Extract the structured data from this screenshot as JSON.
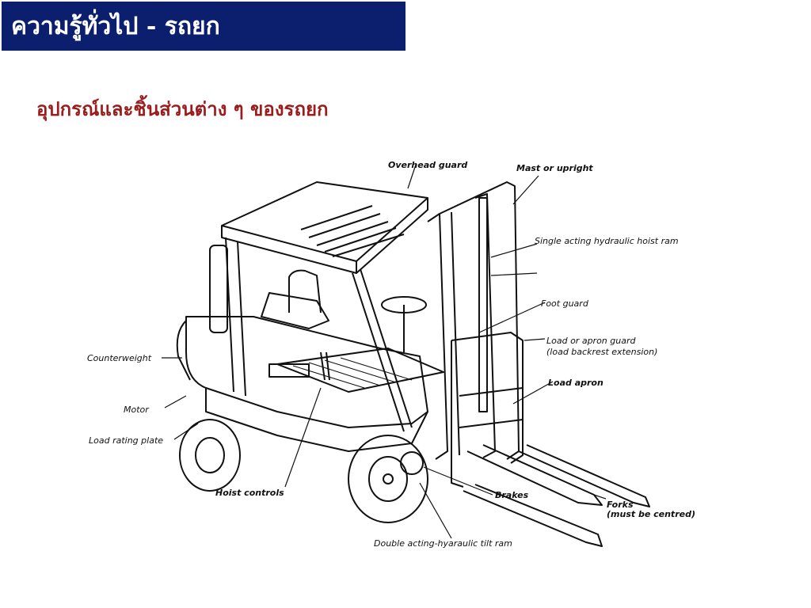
{
  "header": {
    "title": "ความรู้ทั่วไป - รถยก"
  },
  "section": {
    "subtitle": "อุปกรณ์และชิ้นส่วนต่าง ๆ ของรถยก"
  },
  "colors": {
    "title_bg": "#0b1f6e",
    "title_text": "#ffffff",
    "subtitle_text": "#9b1c1c",
    "line_art": "#111111"
  },
  "diagram": {
    "labels": {
      "overhead_guard": "Overhead guard",
      "mast": "Mast or upright",
      "hoist_ram": "Single acting hydraulic hoist ram",
      "foot_guard": "Foot guard",
      "load_guard": "Load or apron guard",
      "load_guard_note": "(load backrest extension)",
      "load_apron": "Load apron",
      "counterweight": "Counterweight",
      "motor": "Motor",
      "rating_plate": "Load rating plate",
      "hoist_controls": "Hoist controls",
      "brakes": "Brakes",
      "forks": "Forks",
      "forks_note": "(must be centred)",
      "tilt_ram": "Double acting-hyaraulic tilt ram"
    }
  }
}
